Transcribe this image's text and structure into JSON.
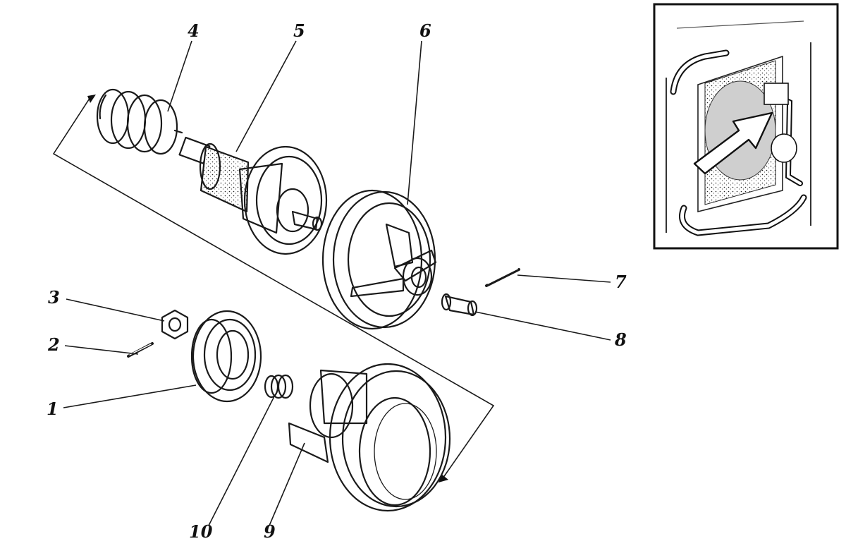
{
  "callouts": {
    "c1": "1",
    "c2": "2",
    "c3": "3",
    "c4": "4",
    "c5": "5",
    "c6": "6",
    "c7": "7",
    "c8": "8",
    "c9": "9",
    "c10": "10"
  },
  "colors": {
    "ink": "#1a1a1a",
    "paper": "#ffffff"
  },
  "icons": {
    "inset_arrow": "arrow-up-right-icon"
  }
}
